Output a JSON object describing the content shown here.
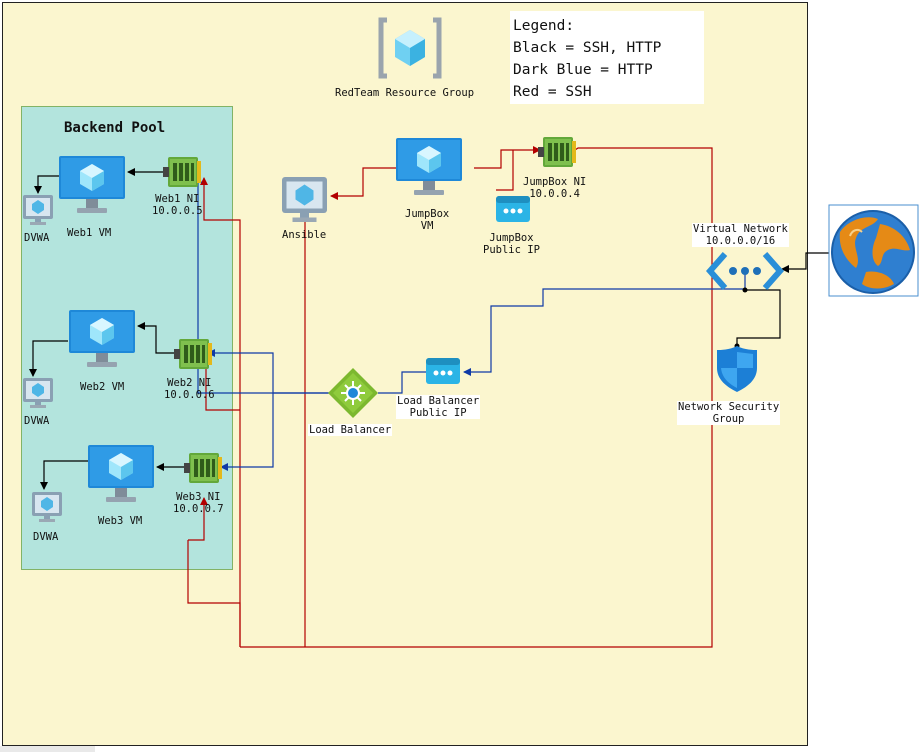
{
  "colors": {
    "resource_group_fill": "#fbf6cf",
    "backend_pool_fill": "#b3e4dd",
    "ssh_http": "#000000",
    "http": "#0f3aa6",
    "ssh": "#b30000",
    "vm_blue": "#1e88d8",
    "nic_green": "#63a83a",
    "lb_green": "#7cb82f"
  },
  "legend": {
    "title": "Legend:",
    "lines": [
      "Black = SSH, HTTP",
      "Dark Blue = HTTP",
      "Red = SSH"
    ]
  },
  "resource_group": {
    "label": "RedTeam Resource Group",
    "icon": "resource-group-icon"
  },
  "backend_pool": {
    "title": "Backend Pool"
  },
  "nodes": {
    "web1_vm": {
      "label": "Web1 VM",
      "icon": "vm-icon"
    },
    "web1_nic": {
      "line1": "Web1 NI",
      "line2": "10.0.0.5",
      "icon": "nic-icon"
    },
    "web1_dvwa": {
      "label": "DVWA",
      "icon": "container-icon"
    },
    "web2_vm": {
      "label": "Web2 VM",
      "icon": "vm-icon"
    },
    "web2_nic": {
      "line1": "Web2 NI",
      "line2": "10.0.0.6",
      "icon": "nic-icon"
    },
    "web2_dvwa": {
      "label": "DVWA",
      "icon": "container-icon"
    },
    "web3_vm": {
      "label": "Web3 VM",
      "icon": "vm-icon"
    },
    "web3_nic": {
      "line1": "Web3 NI",
      "line2": "10.0.0.7",
      "icon": "nic-icon"
    },
    "web3_dvwa": {
      "label": "DVWA",
      "icon": "container-icon"
    },
    "ansible": {
      "label": "Ansible",
      "icon": "container-icon"
    },
    "jumpbox_vm": {
      "line1": "JumpBox",
      "line2": "VM",
      "icon": "vm-icon"
    },
    "jumpbox_nic": {
      "line1": "JumpBox NI",
      "line2": "10.0.0.4",
      "icon": "nic-icon"
    },
    "jumpbox_pip": {
      "line1": "JumpBox",
      "line2": "Public IP",
      "icon": "public-ip-icon"
    },
    "vnet": {
      "line1": "Virtual Network",
      "line2": "10.0.0.0/16",
      "icon": "vnet-icon"
    },
    "nsg": {
      "line1": "Network Security",
      "line2": "Group",
      "icon": "shield-icon"
    },
    "lb": {
      "label": "Load Balancer",
      "icon": "load-balancer-icon"
    },
    "lb_pip": {
      "line1": "Load Balancer",
      "line2": "Public IP",
      "icon": "public-ip-icon"
    },
    "internet": {
      "icon": "globe-icon"
    }
  }
}
